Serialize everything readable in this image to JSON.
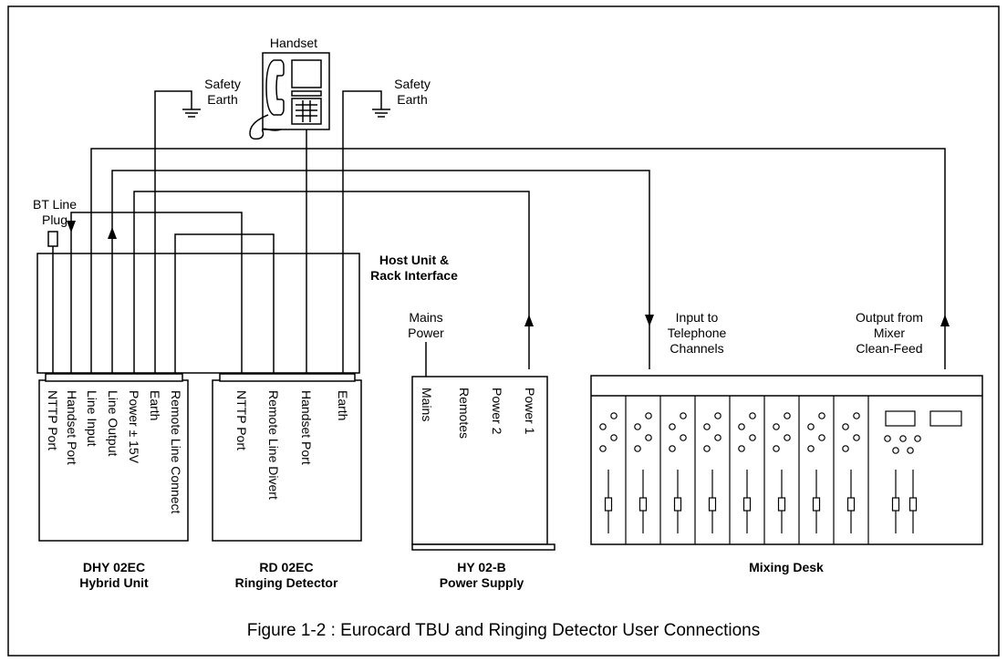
{
  "labels": {
    "handset": "Handset",
    "safety_earth_left": [
      "Safety",
      "Earth"
    ],
    "safety_earth_right": [
      "Safety",
      "Earth"
    ],
    "bt_line_plug": [
      "BT Line",
      "Plug"
    ],
    "host_unit": [
      "Host Unit &",
      "Rack Interface"
    ],
    "mains_power": [
      "Mains",
      "Power"
    ],
    "input_to_telephone": [
      "Input to",
      "Telephone",
      "Channels"
    ],
    "output_from_mixer": [
      "Output from",
      "Mixer",
      "Clean-Feed"
    ]
  },
  "units": {
    "dhy": {
      "ports": [
        "NTTP Port",
        "Handset Port",
        "Line Input",
        "Line Output",
        "Power ± 15V",
        "Earth",
        "Remote Line Connect"
      ],
      "name": [
        "DHY 02EC",
        "Hybrid Unit"
      ]
    },
    "rd": {
      "ports": [
        "NTTP Port",
        "Remote Line Divert",
        "Handset Port",
        "Earth"
      ],
      "name": [
        "RD 02EC",
        "Ringing Detector"
      ]
    },
    "hy": {
      "ports": [
        "Mains",
        "Remotes",
        "Power 2",
        "Power 1"
      ],
      "name": [
        "HY 02-B",
        "Power Supply"
      ]
    },
    "mixer": {
      "name": "Mixing Desk"
    }
  },
  "caption": "Figure 1-2 : Eurocard TBU and Ringing Detector User Connections"
}
